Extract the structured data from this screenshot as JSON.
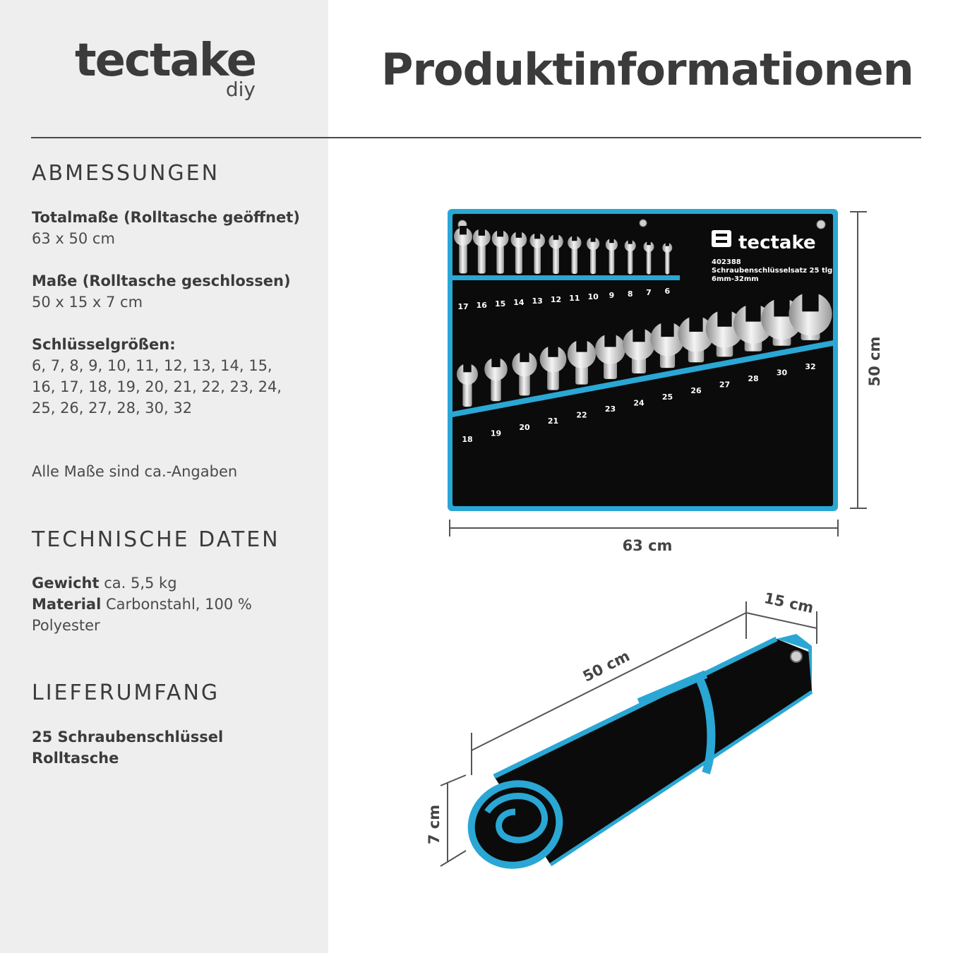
{
  "brand": {
    "name": "tectake",
    "sub": "diy"
  },
  "title": "Produktinformationen",
  "sections": {
    "dimensions": {
      "heading": "ABMESSUNGEN",
      "open_label": "Totalmaße (Rolltasche geöffnet)",
      "open_value": "63 x 50 cm",
      "closed_label": "Maße (Rolltasche geschlossen)",
      "closed_value": "50 x 15 x 7 cm",
      "sizes_label": "Schlüsselgrößen:",
      "sizes_value": "6, 7, 8, 9, 10, 11, 12, 13, 14, 15, 16, 17, 18, 19, 20, 21, 22, 23, 24, 25, 26, 27, 28, 30, 32",
      "note": "Alle Maße sind ca.-Angaben"
    },
    "technical": {
      "heading": "TECHNISCHE DATEN",
      "weight_label": "Gewicht",
      "weight_value": "ca. 5,5 kg",
      "material_label": "Material",
      "material_value": "Carbonstahl, 100 % Polyester"
    },
    "delivery": {
      "heading": "LIEFERUMFANG",
      "item1": "25 Schraubenschlüssel",
      "item2": "Rolltasche"
    }
  },
  "product": {
    "logo": "tectake",
    "article": "402388",
    "desc1": "Schraubenschlüsselsatz 25 tlg",
    "desc2": "6mm-32mm",
    "top_sizes": [
      "17",
      "16",
      "15",
      "14",
      "13",
      "12",
      "11",
      "10",
      "9",
      "8",
      "7",
      "6"
    ],
    "bottom_sizes": [
      "18",
      "19",
      "20",
      "21",
      "22",
      "23",
      "24",
      "25",
      "26",
      "27",
      "28",
      "30",
      "32"
    ]
  },
  "dims": {
    "open_width": "63 cm",
    "open_height": "50 cm",
    "roll_length": "50 cm",
    "roll_width": "15 cm",
    "roll_height": "7 cm"
  },
  "colors": {
    "accent": "#2aa7d4",
    "bag": "#0b0b0b",
    "sidebar": "#eeeeee"
  }
}
